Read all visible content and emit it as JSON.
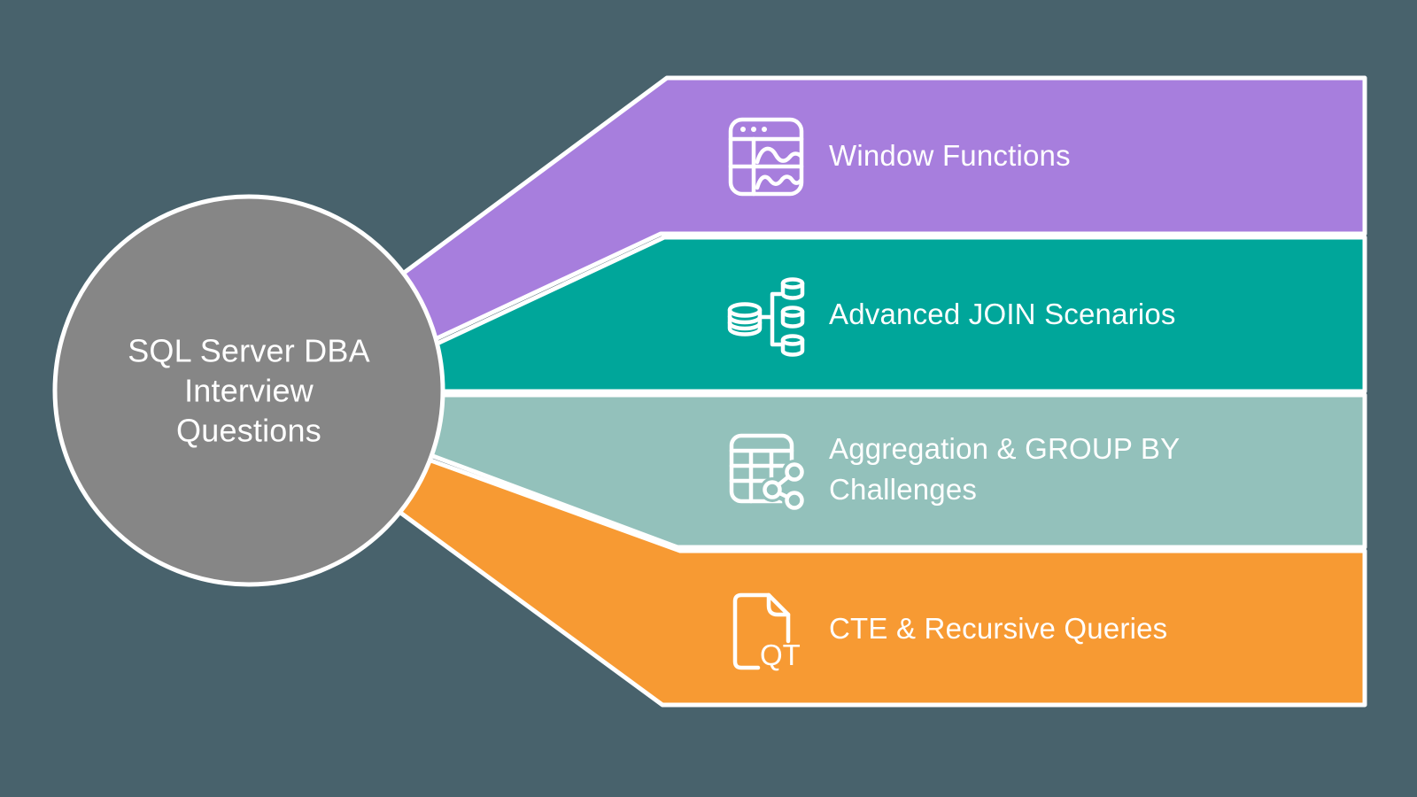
{
  "background_color": "#48626c",
  "text_color": "#ffffff",
  "icon_stroke_color": "#ffffff",
  "center_circle": {
    "title": "SQL Server DBA\nInterview\nQuestions",
    "fill": "#868686",
    "border_color": "#ffffff"
  },
  "bands": [
    {
      "label": "Window Functions",
      "color": "#a77edd",
      "icon": "window-chart-icon"
    },
    {
      "label": "Advanced JOIN Scenarios",
      "color": "#00a69a",
      "icon": "database-join-icon"
    },
    {
      "label": "Aggregation & GROUP BY\nChallenges",
      "color": "#93c1bb",
      "icon": "table-share-icon"
    },
    {
      "label": "CTE & Recursive Queries",
      "color": "#f79a33",
      "icon": "document-qt-icon",
      "icon_text": "QT"
    }
  ]
}
